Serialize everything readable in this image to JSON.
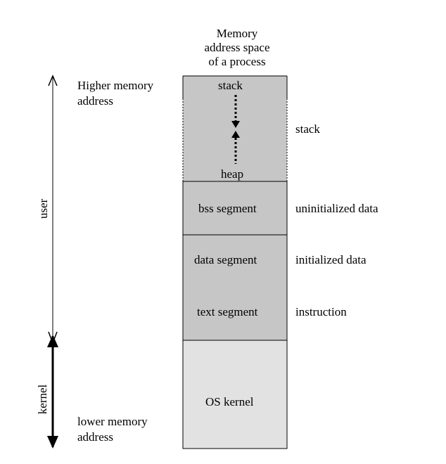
{
  "title": [
    "Memory",
    "address space",
    "of a process"
  ],
  "left_labels": {
    "higher": [
      "Higher memory",
      "address"
    ],
    "lower": [
      "lower memory",
      "address"
    ]
  },
  "side_labels": {
    "user": "user",
    "kernel": "kernel"
  },
  "segments": {
    "stack_top": "stack",
    "heap": "heap",
    "bss": "bss segment",
    "data": "data segment",
    "text": "text segment",
    "os": "OS kernel"
  },
  "right_labels": {
    "stack": "stack",
    "uninitialized": "uninitialized data",
    "initialized": "initialized data",
    "instruction": "instruction"
  },
  "colors": {
    "segment_fill": "#c6c6c6",
    "kernel_fill": "#e2e2e2",
    "stroke": "#000000"
  }
}
